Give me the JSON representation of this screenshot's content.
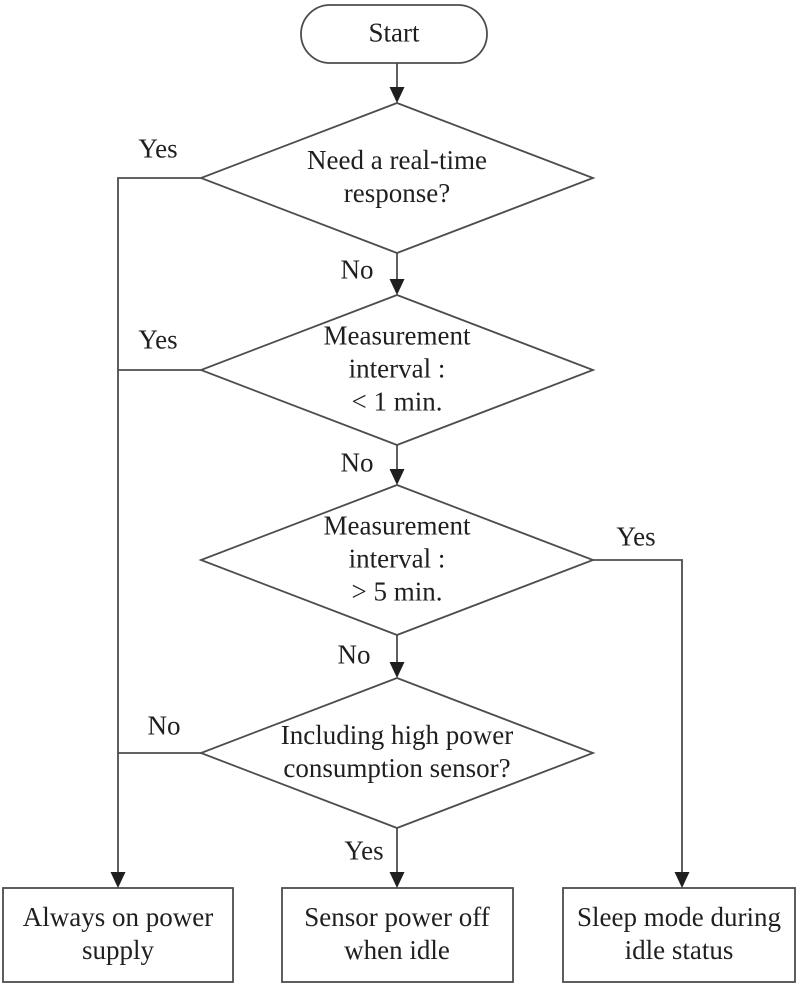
{
  "colors": {
    "stroke": "#4d4d4d",
    "text": "#1f1f1f",
    "background": "#ffffff"
  },
  "flowchart": {
    "nodes": {
      "start": {
        "type": "terminator",
        "label": "Start"
      },
      "realtime_decision": {
        "type": "decision",
        "label": "Need a real-time\nresponse?"
      },
      "interval_lt1_decision": {
        "type": "decision",
        "label": "Measurement\ninterval :\n< 1 min."
      },
      "interval_gt5_decision": {
        "type": "decision",
        "label": "Measurement\ninterval :\n> 5 min."
      },
      "high_power_decision": {
        "type": "decision",
        "label": "Including high power\nconsumption sensor?"
      },
      "always_on_result": {
        "type": "process",
        "label": "Always on power\nsupply"
      },
      "sensor_off_result": {
        "type": "process",
        "label": "Sensor power off\nwhen idle"
      },
      "sleep_mode_result": {
        "type": "process",
        "label": "Sleep mode during\nidle status"
      }
    },
    "edge_labels": {
      "realtime_yes": "Yes",
      "realtime_no": "No",
      "lt1_yes": "Yes",
      "lt1_no": "No",
      "gt5_yes": "Yes",
      "gt5_no": "No",
      "highpower_no": "No",
      "highpower_yes": "Yes"
    }
  }
}
